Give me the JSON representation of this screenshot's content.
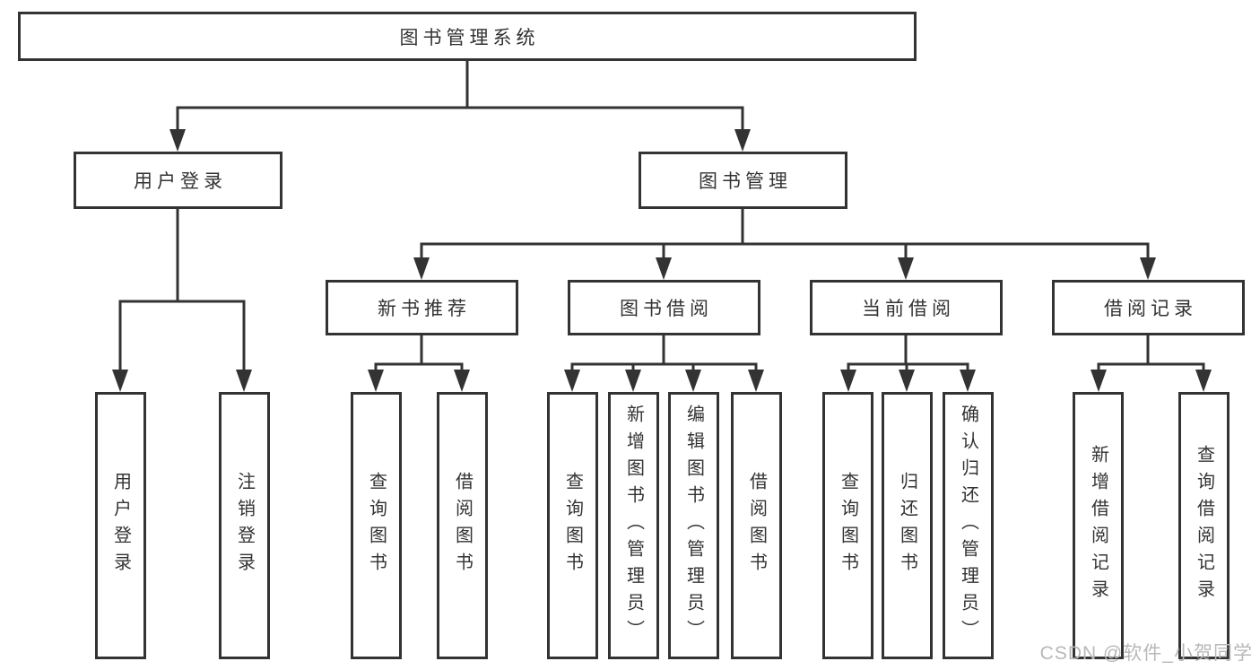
{
  "diagram": {
    "root": {
      "label": "图书管理系统"
    },
    "branches": [
      {
        "label": "用户登录",
        "children": [
          {
            "label": "用户登录"
          },
          {
            "label": "注销登录"
          }
        ]
      },
      {
        "label": "图书管理",
        "children": [
          {
            "label": "新书推荐",
            "children": [
              {
                "label": "查询图书"
              },
              {
                "label": "借阅图书"
              }
            ]
          },
          {
            "label": "图书借阅",
            "children": [
              {
                "label": "查询图书"
              },
              {
                "label": "新增图书（管理员）"
              },
              {
                "label": "编辑图书（管理员）"
              },
              {
                "label": "借阅图书"
              }
            ]
          },
          {
            "label": "当前借阅",
            "children": [
              {
                "label": "查询图书"
              },
              {
                "label": "归还图书"
              },
              {
                "label": "确认归还（管理员）"
              }
            ]
          },
          {
            "label": "借阅记录",
            "children": [
              {
                "label": "新增借阅记录"
              },
              {
                "label": "查询借阅记录"
              }
            ]
          }
        ]
      }
    ]
  },
  "watermark": {
    "text": "CSDN @软件_小贺同学",
    "color": "#b8b8b8"
  },
  "colors": {
    "line": "#333333",
    "text": "#333333",
    "background": "#ffffff"
  }
}
